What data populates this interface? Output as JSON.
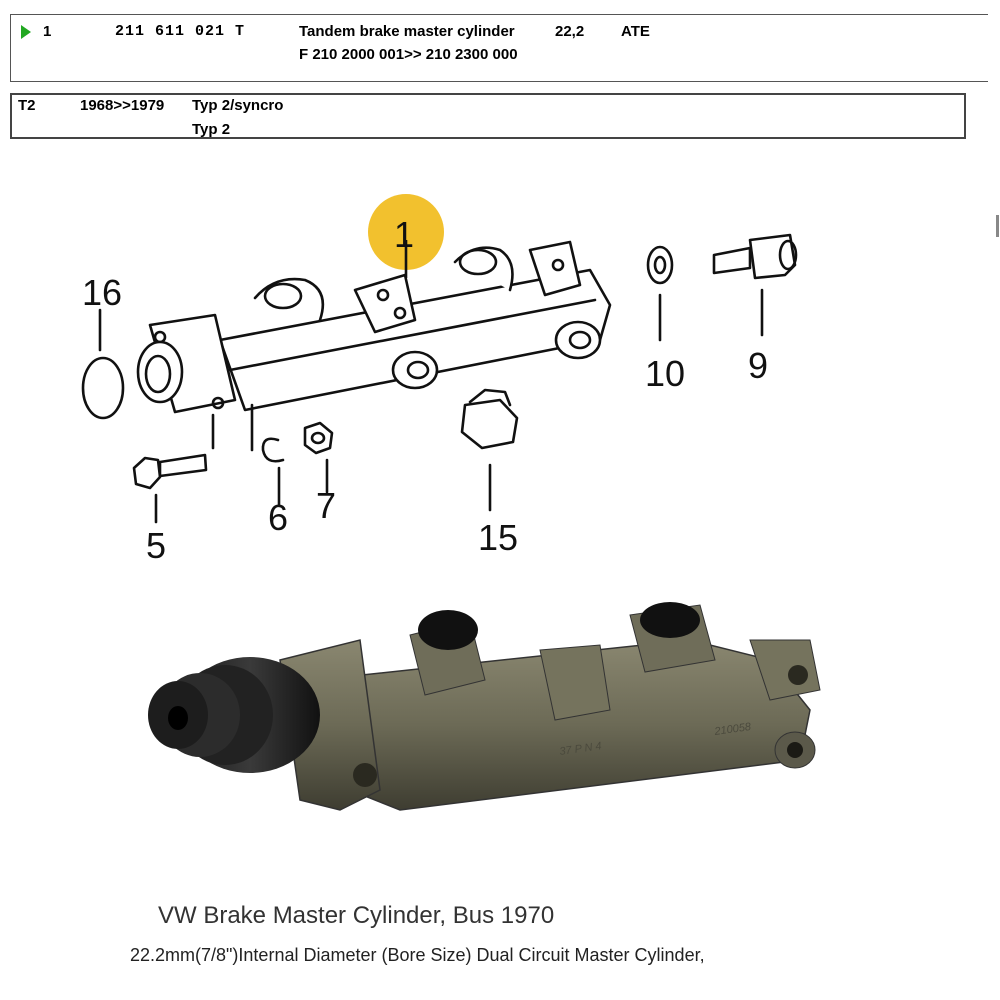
{
  "row1": {
    "pos": "1",
    "part_number": "211 611 021 T",
    "description": "Tandem brake master cylinder",
    "description_line2": "F 210 2000 001>> 210 2300 000",
    "size": "22,2",
    "brand": "ATE"
  },
  "row2": {
    "model": "T2",
    "years": "1968>>1979",
    "type": "Typ 2/syncro",
    "type_line2": "Typ 2"
  },
  "diagram": {
    "callouts": [
      "1",
      "16",
      "10",
      "9",
      "6",
      "7",
      "5",
      "15"
    ],
    "highlight_color": "#f2c12e"
  },
  "caption": {
    "title": "VW Brake Master Cylinder, Bus 1970",
    "description": "22.2mm(7/8\")Internal Diameter (Bore Size) Dual Circuit Master Cylinder,"
  }
}
